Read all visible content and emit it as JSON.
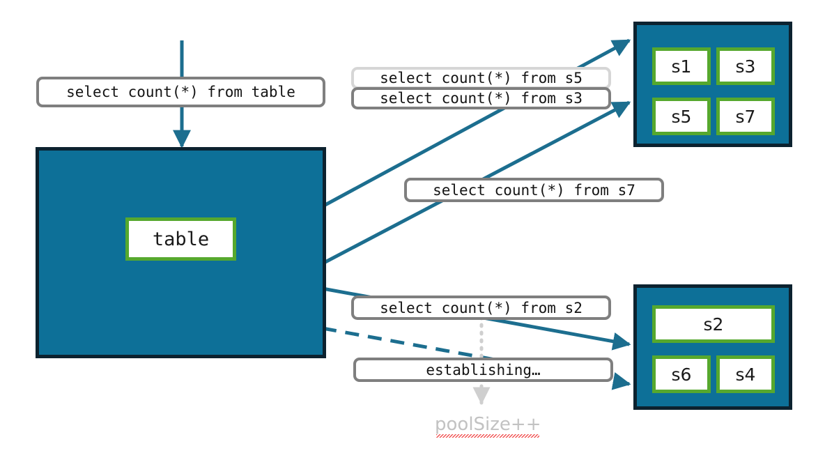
{
  "diagram": {
    "title": "connection pool diagram",
    "colors": {
      "pool_fill": "#0d7098",
      "pool_border": "#0c222f",
      "node_border": "#56a82e",
      "node_fill": "#ffffff",
      "edge": "#1c6e8f",
      "pill_border": "#7f7f7f",
      "pill_border_ghost": "#d6d6d6",
      "annotation_text": "#c2c2c2",
      "spellcheck_underline": "#f04a4a"
    }
  },
  "client": {
    "query_label": "select count(*) from table",
    "table_node": "table"
  },
  "queries": {
    "s5": "select count(*) from s5",
    "s3": "select count(*) from s3",
    "s7": "select count(*) from s7",
    "s2": "select count(*) from s2",
    "establishing": "establishing…"
  },
  "pool_top": {
    "nodes": [
      "s1",
      "s3",
      "s5",
      "s7"
    ]
  },
  "pool_bottom": {
    "nodes": [
      "s2",
      "s6",
      "s4"
    ]
  },
  "annotation": {
    "pool_size": "poolSize++"
  }
}
